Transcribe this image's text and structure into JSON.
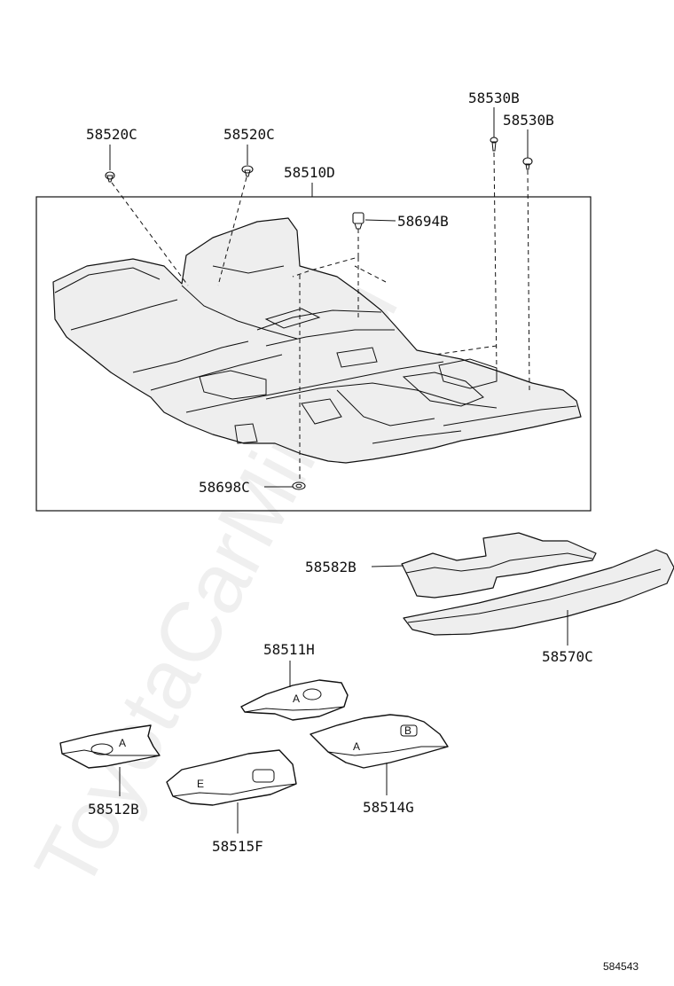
{
  "watermark": "ToyotaCarMine.ru",
  "diagram_ref": "584543",
  "callouts": {
    "p58520c_left": "58520C",
    "p58520c_right": "58520C",
    "p58510d": "58510D",
    "p58530b_top": "58530B",
    "p58530b_bottom": "58530B",
    "p58694b": "58694B",
    "p58698c": "58698C",
    "p58582b": "58582B",
    "p58570c": "58570C",
    "p58511h": "58511H",
    "p58512b": "58512B",
    "p58515f": "58515F",
    "p58514g": "58514G"
  },
  "pad_marks": {
    "mark_58511h": "A",
    "mark_58512b": "A",
    "mark_58515f": "E",
    "mark_58514g_a": "A",
    "mark_58514g_b": "B"
  }
}
